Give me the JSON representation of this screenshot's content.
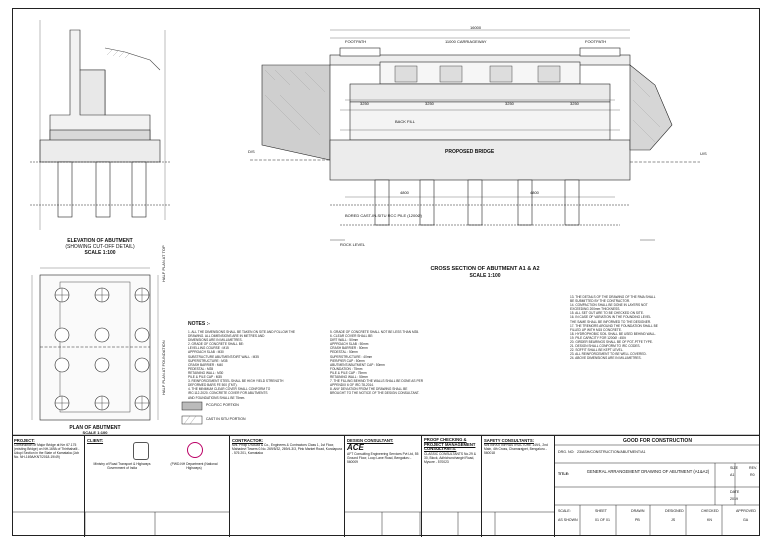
{
  "drawing": {
    "elevation_title": "ELEVATION OF ABUTMENT",
    "elevation_subtitle": "(SHOWING CUT-OFF DETAIL)",
    "elevation_scale": "SCALE 1:100",
    "plan_title": "PLAN OF ABUTMENT",
    "plan_scale": "SCALE 1:100",
    "section_title": "CROSS SECTION OF ABUTMENT A1 & A2",
    "section_scale": "SCALE 1:100",
    "proposed_label": "PROPOSED BRIDGE",
    "carriageway": "11000 CARRIAGEWAY",
    "overall_width": "16000",
    "footpath_left": "FOOTPATH",
    "footpath_right": "FOOTPATH",
    "dims": [
      "3250",
      "3250",
      "3250",
      "3250",
      "4800",
      "4800"
    ],
    "half_plan": "HALF PLAN AT FOUNDATION",
    "half_plan2": "HALF PLAN AT TOP",
    "ds": "D/S",
    "us": "U/S",
    "bored_pile": "BORED CAST-IN-SITU RCC PILE (1200Ø)",
    "back_fill": "BACK FILL",
    "rock_level": "ROCK LEVEL"
  },
  "notes_title": "NOTES :-",
  "notes_col1": [
    "1. ALL THE DIMENSIONS SHALL BE TAKEN ON SITE AND FOLLOW THE",
    "   DRAWING. ALL DIMENSIONS ARE IN METRES AND",
    "   DIMENSIONS ARE IN MILLIMETRES.",
    "2. GRADE OF CONCRETE SHALL BE:",
    "   LEVELLING COURSE : M15",
    "   APPROACH SLAB : M30",
    "   SUBSTRUCTURE ABUTMENT/DIRT WALL : M35",
    "   SUPERSTRUCTURE : M35",
    "   CRASH BARRIER : M40",
    "   PEDESTAL : M35",
    "   RETAINING WALL : M30",
    "   PILE & PILE CAP : M35",
    "3. REINFORCEMENT STEEL SHALL BE HIGH YIELD STRENGTH",
    "   DEFORMED BARS FE 500 (TMT).",
    "4. THE MINIMUM CLEAR COVER SHALL CONFORM TO",
    "   IRC:112-2020. CONCRETE COVER FOR ABUTMENTS",
    "   AND FOUNDATIONS SHALL BE 75mm."
  ],
  "notes_col2": [
    "5. GRADE OF CONCRETE SHALL NOT BE LESS THAN M35.",
    "6. CLEAR COVER SHALL BE:",
    "   DIRT WALL : 50mm",
    "   APPROACH SLAB : 50mm",
    "   CRASH BARRIER : 50mm",
    "   PEDESTAL : 50mm",
    "   SUPERSTRUCTURE : 40mm",
    "   PIER/PIER CAP : 50mm",
    "   ABUTMENT/ABUTMENT CAP : 50mm",
    "   FOUNDATION : 75mm",
    "   PILE & PILE CAP : 75mm",
    "   RETAINING WALL : 50mm",
    "7. THE FILLING BEHIND THE WALLS SHALL BE DONE AS PER",
    "   APPENDIX 6 OF IRC:78-2014.",
    "8. ANY DEVIATION FROM THE DRAWING SHALL BE",
    "   BROUGHT TO THE NOTICE OF THE DESIGN CONSULTANT."
  ],
  "notes_col3": [
    "13. THE DETAILS OF THE DRAWING OF THE RMA SHALL",
    "    BE SUBMITTED BY THE CONTRACTOR.",
    "14. COMPACTION SHALL BE DONE IN LAYERS NOT",
    "    EXCEEDING 200mm THICKNESS.",
    "15. ALL SET OUT ARE TO BE CHECKED ON SITE.",
    "16. IN CASE OF VARIATION IN THE FOUNDING LEVEL",
    "    THE SAME SHALL BE INFORMED TO THE DESIGNER.",
    "17. THE TREMORS AROUND THE FOUNDATION SHALL BE",
    "    FILLED UP WITH M15 CONCRETE.",
    "18. HYDROPHOBIC SOIL SHALL BE USED BEHIND WALL.",
    "19. PILE CAPACITY FOR 1200Ø : 450t",
    "20. GIRDER BEARINGS SHALL BE OF POT-PTFE TYPE.",
    "21. DESIGN SHALL CONFORM TO IRC CODES.",
    "22. SOFFIT SHALL BE KEPT LEVEL.",
    "23. ALL REINFORCEMENT TO BE WELL COVERED.",
    "24. ABOVE DIMENSIONS ARE IN MILLIMETRES."
  ],
  "legend": {
    "pcc": "PCC/RCC PORTION",
    "cast_in_situ": "CAST IN SITU PORTION"
  },
  "title_block": {
    "project_h": "PROJECT:",
    "project": "Construction of Major Bridge at Km 67.175 (existing Bridge) on NH-169A of Thirthahalli - Udupi Section in the State of Karnataka (Job No. NH-169A/KNT/2018-19/49)",
    "client_h": "CLIENT:",
    "client": "Ministry of Road Transport & Highways Government of India",
    "pwd": "(PWD-NH Department (National Highways)",
    "contractor_h": "CONTRACTOR:",
    "contractor": "M/s. Philip D'souza & Co., Engineers & Contractors Class 1, 1st Floor, Mahadevi Towers 0.No. 269/5/32, 269/4-3/3, Pink Market Road, Kundapura - 576 201, Karnataka",
    "design_h": "DESIGN CONSULTANT:",
    "design_logo": "ACE",
    "design": "AFT Consulting Engineering Services Pvt Ltd, 55 Ground Floor, Loop Lane Road, Bengaluru - 560009",
    "proof_h": "PROOF CHECKING & PROJECT MANAGEMENT CONSULTANTS:",
    "proof": "CLASSIC CONSULTANTS No.29 & 30, Block, Adhichunchangiri Road, Mysore - 570023",
    "safety_h": "SAFETY CONSULTANTS:",
    "safety": "M/s INFATI INFRASTRUCTURE 149/1, 2nd Main, 4th Cross, Chamarajpet, Bengaluru - 560018",
    "for_construction": "GOOD FOR CONSTRUCTION",
    "drg_no_label": "DRG. NO:",
    "drg_no": "23/ASH/CONSTRUCTION/ABUTMENT/A1",
    "title_label": "TITLE:",
    "title": "GENERAL ARRANGEMENT DRAWING OF ABUTMENT (A1&A2)",
    "size_label": "SIZE",
    "size": "A1",
    "rev_label": "REV.",
    "rev": "R0",
    "date_label": "DATE",
    "date": "2019",
    "scale_label": "SCALE:",
    "scale": "AS SHOWN",
    "sheet_label": "SHEET",
    "sheet": "01 OF 01",
    "drawn_label": "DRAWN",
    "drawn": "PB",
    "designed_label": "DESIGNED",
    "designed": "JS",
    "checked_label": "CHECKED",
    "checked": "KN",
    "approved_label": "APPROVED",
    "approved": "GA"
  }
}
